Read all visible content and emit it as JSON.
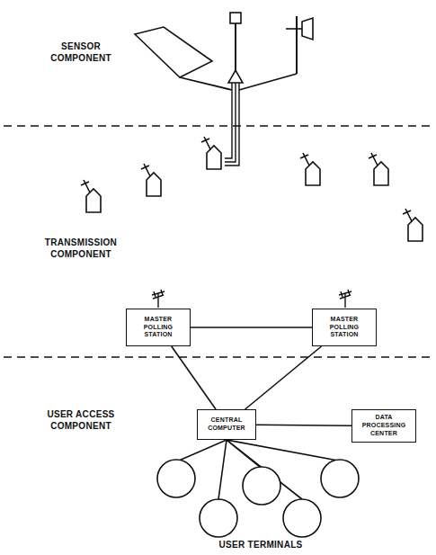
{
  "diagram": {
    "nodes": [
      {
        "text": [
          "MASTER POLLING STATION"
        ]
      },
      {
        "text": [
          "MASTER POLLING STATION"
        ]
      },
      {
        "text": [
          "CENTRAL COMPUTER"
        ]
      },
      {
        "text": [
          "DATA PROCESSING CENTER"
        ]
      }
    ],
    "edges": [
      {
        "from": 0,
        "to": 1,
        "arrow": "none"
      },
      {
        "from": 0,
        "to": 2,
        "arrow": "none"
      },
      {
        "from": 1,
        "to": 2,
        "arrow": "none"
      },
      {
        "from": 2,
        "to": 3,
        "arrow": "none"
      }
    ],
    "labels": [
      "SENSOR COMPONENT",
      "TRANSMISSION COMPONENT",
      "USER ACCESS COMPONENT",
      "USER TERMINALS"
    ]
  }
}
